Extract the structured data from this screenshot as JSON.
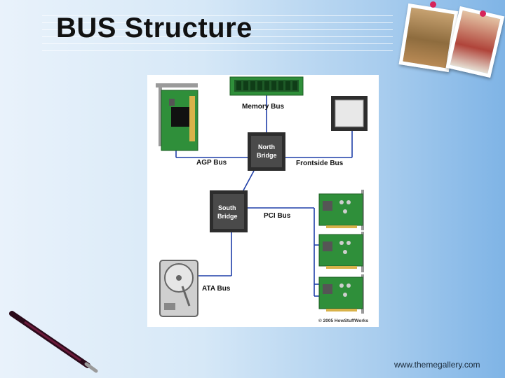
{
  "slide": {
    "title": "BUS Structure",
    "footer": "www.themegallery.com"
  },
  "diagram": {
    "labels": {
      "memory_bus": "Memory Bus",
      "agp_bus": "AGP Bus",
      "frontside_bus": "Frontside Bus",
      "pci_bus": "PCI Bus",
      "ata_bus": "ATA Bus",
      "north_bridge_line1": "North",
      "north_bridge_line2": "Bridge",
      "south_bridge_line1": "South",
      "south_bridge_line2": "Bridge",
      "copyright": "© 2005 HowStuffWorks"
    },
    "colors": {
      "bus_line": "#1f3fa8",
      "card_green": "#2f8f3a",
      "chip_dark": "#2d2d2d"
    }
  }
}
